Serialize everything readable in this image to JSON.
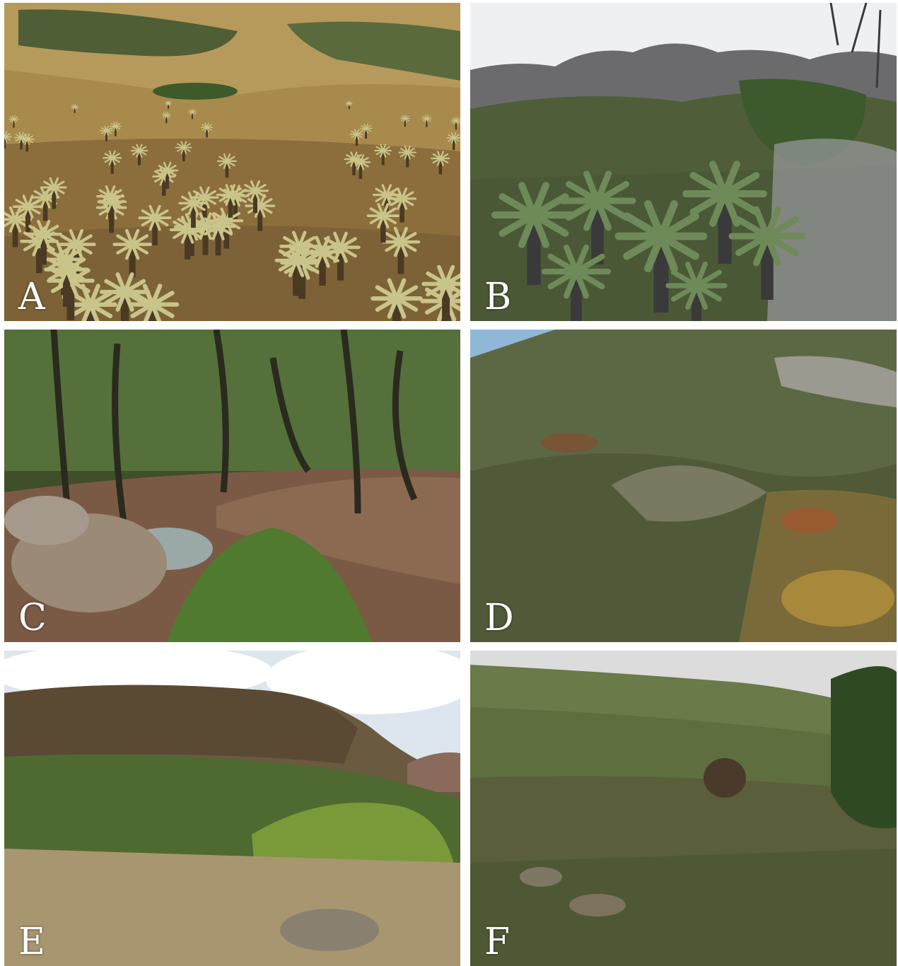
{
  "figure": {
    "panels": [
      {
        "id": "A",
        "label": "A",
        "scene": "paramo-frailejones",
        "colors": {
          "sky": "#b89a5a",
          "ground": "#a8894b",
          "accent": "#c8c487"
        }
      },
      {
        "id": "B",
        "label": "B",
        "scene": "shrub-rosettes-ferns",
        "colors": {
          "sky": "#eef0f2",
          "ground": "#4a5a38",
          "accent": "#6b7f4e"
        }
      },
      {
        "id": "C",
        "label": "C",
        "scene": "oak-forest-stream",
        "colors": {
          "sky": "#3a4a28",
          "ground": "#7a5a44",
          "accent": "#5f7a3a"
        }
      },
      {
        "id": "D",
        "label": "D",
        "scene": "shrubland-hillside",
        "colors": {
          "sky": "#8fb8d6",
          "ground": "#5a6442",
          "accent": "#8a6a3a"
        }
      },
      {
        "id": "E",
        "label": "E",
        "scene": "rocky-outcrop-grassland",
        "colors": {
          "sky": "#dde6ee",
          "ground": "#a99770",
          "accent": "#6f8f3a"
        }
      },
      {
        "id": "F",
        "label": "F",
        "scene": "fern-slope",
        "colors": {
          "sky": "#dcdcdc",
          "ground": "#5d6a3c",
          "accent": "#7a5a3a"
        }
      }
    ]
  }
}
